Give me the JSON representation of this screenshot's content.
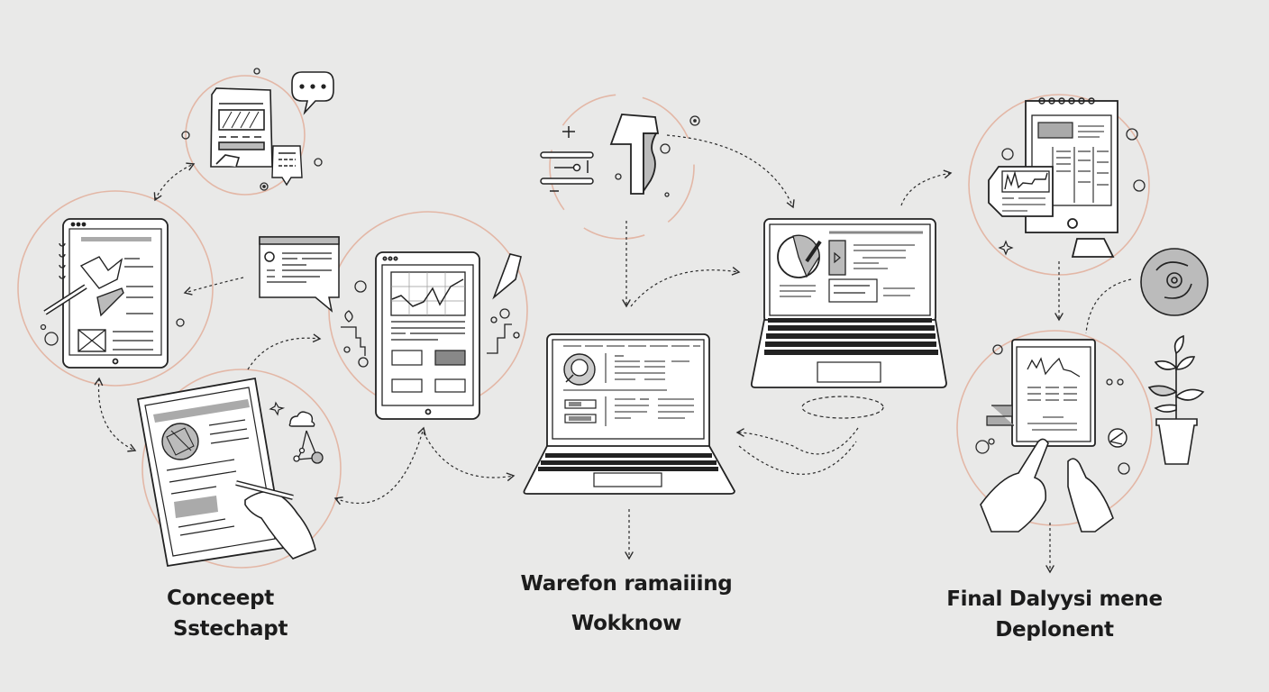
{
  "diagram": {
    "title": "Design-to-deployment workflow illustration",
    "accent_color": "#e8b9a8",
    "line_color": "#222222",
    "fill_gray": "#bdbdbd",
    "background": "#e9e9e8"
  },
  "stages": [
    {
      "id": "concept",
      "caption_line1": "Conceept",
      "caption_line2": "Sstechapt",
      "icons": [
        "document-icon",
        "chat-bubble-icon",
        "tablet-sketch-icon",
        "browser-card-icon",
        "tablet-with-pen-icon",
        "cloud-icon",
        "network-icon",
        "sparkle-icon"
      ]
    },
    {
      "id": "workflow",
      "caption_line1": "Warefon ramaiiing",
      "caption_line2": "Wokknow",
      "icons": [
        "tablet-chart-icon",
        "flag-icon",
        "slider-controls-icon",
        "pencil-icon",
        "laptop-dashboard-icon",
        "laptop-piechart-icon"
      ]
    },
    {
      "id": "deployment",
      "caption_line1": "Final  Dalyysi mene",
      "caption_line2": "Deplonent",
      "icons": [
        "monitor-report-icon",
        "sync-disc-icon",
        "tablet-touch-icon",
        "hands-icon",
        "plant-icon",
        "gauge-icon"
      ]
    }
  ],
  "connections": [
    {
      "from": "tablet-sketch",
      "to": "document"
    },
    {
      "from": "tablet-sketch",
      "to": "tablet-with-pen"
    },
    {
      "from": "browser-card",
      "to": "tablet-sketch"
    },
    {
      "from": "tablet-with-pen",
      "to": "tablet-chart"
    },
    {
      "from": "tablet-chart",
      "to": "laptop-dashboard"
    },
    {
      "from": "flag",
      "to": "laptop-piechart"
    },
    {
      "from": "laptop-piechart",
      "to": "monitor-report"
    },
    {
      "from": "laptop-piechart",
      "to": "laptop-dashboard"
    },
    {
      "from": "monitor-report",
      "to": "tablet-touch"
    },
    {
      "from": "sync-disc",
      "to": "tablet-touch"
    }
  ]
}
